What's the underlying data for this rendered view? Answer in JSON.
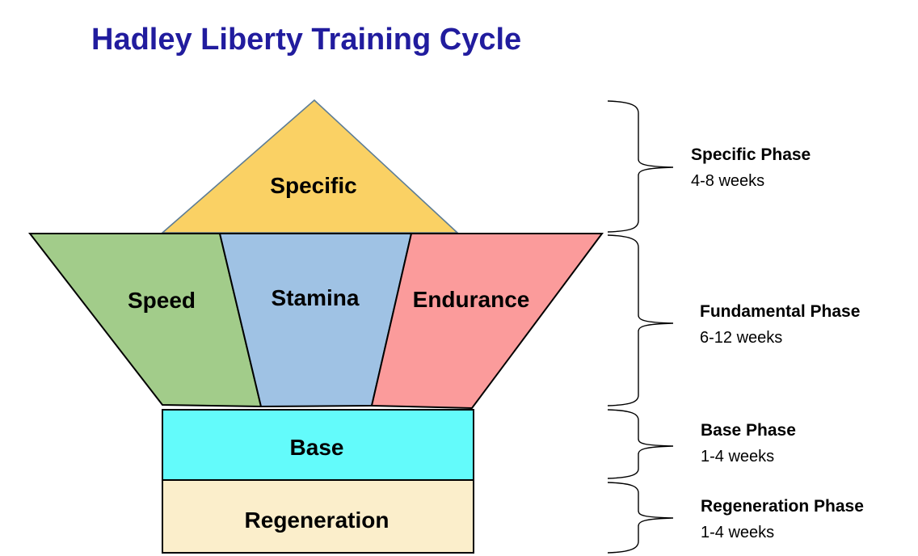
{
  "title": {
    "text": "Hadley Liberty Training Cycle",
    "color": "#211C9E"
  },
  "funnel": {
    "label_color": "#000000",
    "segments": [
      {
        "label": "Specific",
        "fill": "#FAD164",
        "stroke": "#5D7D96"
      },
      {
        "label": "Speed",
        "fill": "#A2CC8A",
        "stroke": "#000000"
      },
      {
        "label": "Stamina",
        "fill": "#9FC2E4",
        "stroke": "#000000"
      },
      {
        "label": "Endurance",
        "fill": "#FB9B9B",
        "stroke": "#000000"
      },
      {
        "label": "Base",
        "fill": "#63FBFB",
        "stroke": "#000000"
      },
      {
        "label": "Regeneration",
        "fill": "#FBEECB",
        "stroke": "#000000"
      }
    ]
  },
  "phases": [
    {
      "name": "Specific Phase",
      "duration": "4-8 weeks"
    },
    {
      "name": "Fundamental Phase",
      "duration": "6-12 weeks"
    },
    {
      "name": "Base Phase",
      "duration": "1-4 weeks"
    },
    {
      "name": "Regeneration Phase",
      "duration": "1-4 weeks"
    }
  ],
  "brace_color": "#000000"
}
